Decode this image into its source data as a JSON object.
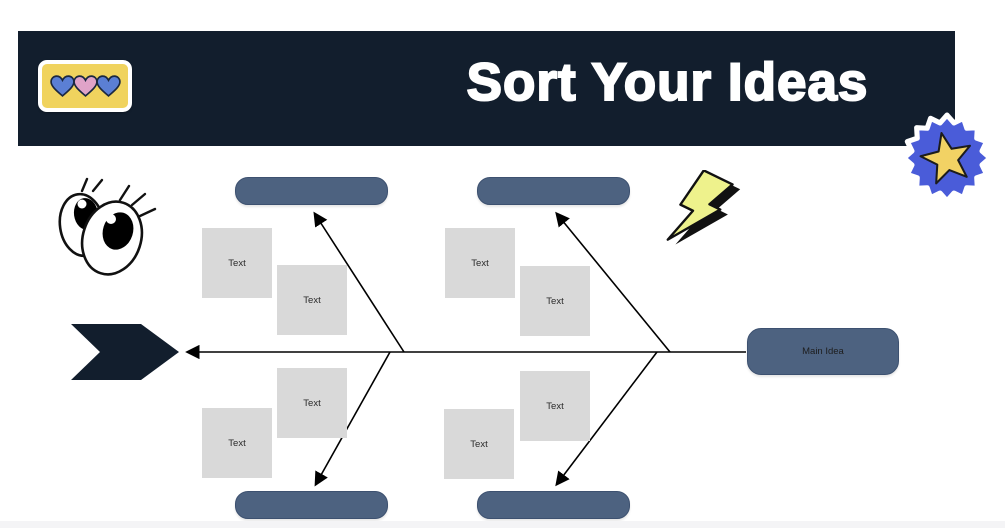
{
  "header": {
    "title": "Sort Your Ideas",
    "background_color": "#121e2d",
    "text_color": "#ffffff"
  },
  "stickers": {
    "hearts_sticker": {
      "background_color": "#f0d35e",
      "border_color": "#ffffff",
      "heart_colors": [
        "#5b7fd4",
        "#e0a3c8",
        "#5b7fd4"
      ]
    },
    "star_badge": {
      "seal_color": "#4a5cd9",
      "rim_color": "#ffffff",
      "star_color": "#f2d264"
    },
    "lightning_doodle": {
      "fill_color": "#eef28c",
      "outline_color": "#111111"
    },
    "eyes_doodle": {
      "fill_color": "#ffffff",
      "outline_color": "#111111"
    }
  },
  "diagram": {
    "type": "fishbone",
    "line_color": "#000000",
    "head_color": "#121e2d",
    "pill_color": "#4d6280",
    "text_box_color": "#d9d9d9",
    "main_idea": {
      "label": "Main Idea"
    },
    "category_pills": [
      {
        "position": "top-left",
        "label": ""
      },
      {
        "position": "top-right",
        "label": ""
      },
      {
        "position": "bottom-left",
        "label": ""
      },
      {
        "position": "bottom-right",
        "label": ""
      }
    ],
    "text_boxes": [
      {
        "group": "top-left",
        "label": "Text"
      },
      {
        "group": "top-left",
        "label": "Text"
      },
      {
        "group": "top-right",
        "label": "Text"
      },
      {
        "group": "top-right",
        "label": "Text"
      },
      {
        "group": "bottom-left",
        "label": "Text"
      },
      {
        "group": "bottom-left",
        "label": "Text"
      },
      {
        "group": "bottom-right",
        "label": "Text"
      },
      {
        "group": "bottom-right",
        "label": "Text"
      }
    ]
  }
}
